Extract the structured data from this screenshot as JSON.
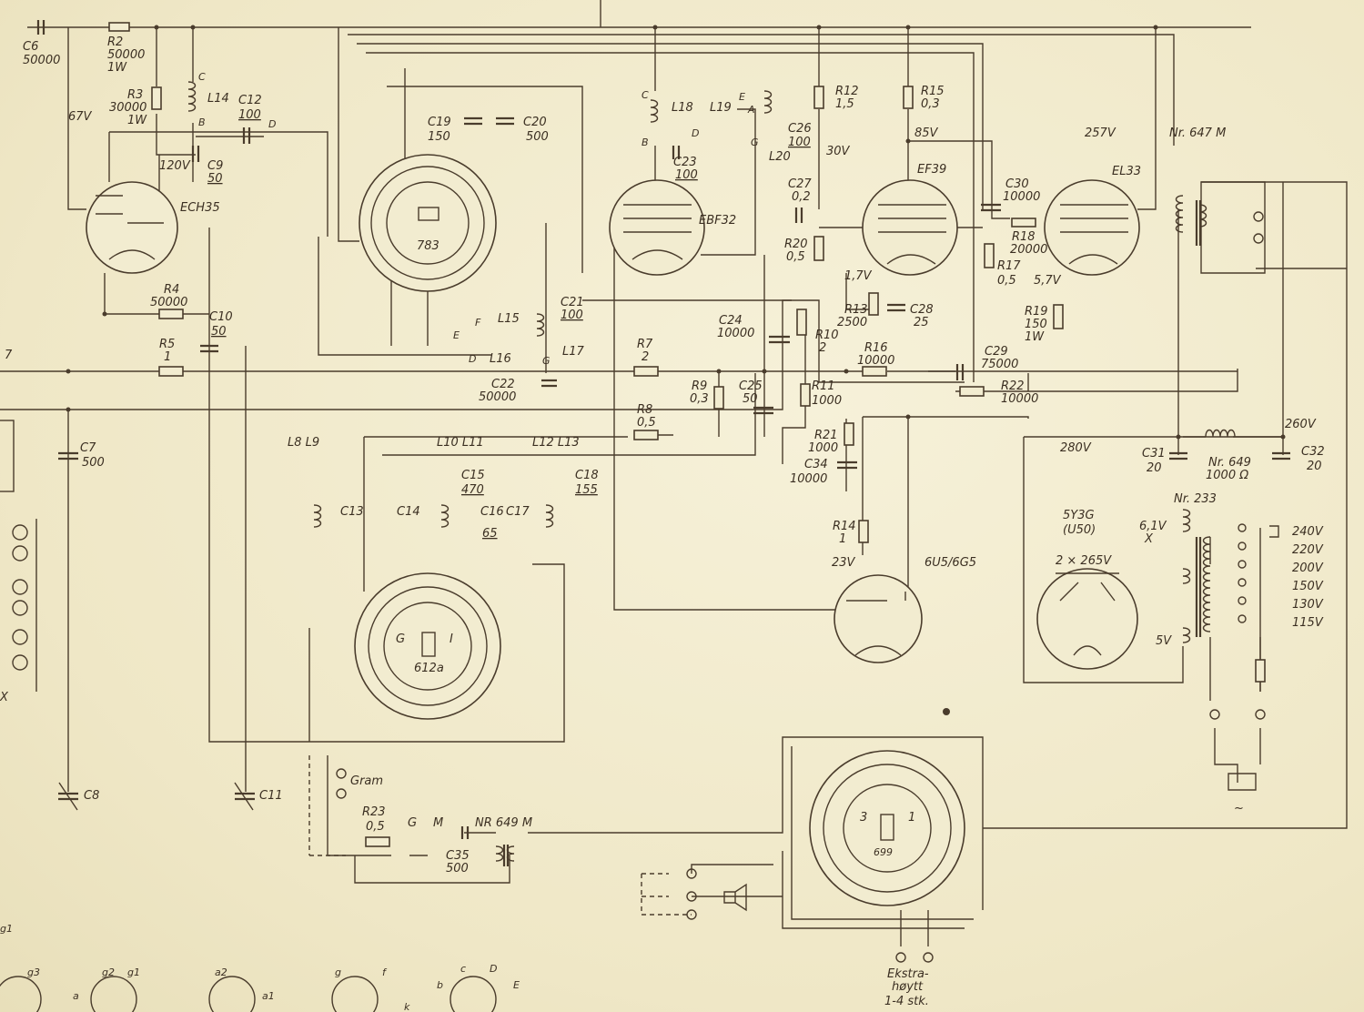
{
  "tubes": {
    "v1": "ECH35",
    "v2": "EBF32",
    "v3": "EF39",
    "v4": "EL33",
    "rect": "5Y3G",
    "rect_alt": "(U50)",
    "rect_v": "2 × 265V",
    "eye": "6U5/6G5"
  },
  "switches": {
    "s1": "783",
    "s2": "612a",
    "s2_g": "G",
    "s2_i": "I",
    "s3": "699",
    "s3_3": "3",
    "s3_1": "1"
  },
  "parts": {
    "c6": "C6",
    "c6v": "50000",
    "r2": "R2",
    "r2v": "50000",
    "r2w": "1W",
    "r3": "R3",
    "r3v": "30000",
    "r3w": "1W",
    "l14": "L14",
    "l14c": "C",
    "l14b": "B",
    "c12": "C12",
    "c12v": "100",
    "c12d": "D",
    "c9": "C9",
    "c9v": "50",
    "c19": "C19",
    "c19v": "150",
    "c20": "C20",
    "c20v": "500",
    "l18": "L18",
    "l18c": "C",
    "l18b": "B",
    "l18d": "D",
    "l19": "L19",
    "l19e": "E",
    "l19a": "A",
    "l19g": "G",
    "c26": "C26",
    "c26v": "100",
    "l20": "L20",
    "c23": "C23",
    "c23v": "100",
    "r12": "R12",
    "r12v": "1,5",
    "r15": "R15",
    "r15v": "0,3",
    "c27": "C27",
    "c27v": "0,2",
    "r20": "R20",
    "r20v": "0,5",
    "c30": "C30",
    "c30v": "10000",
    "r18": "R18",
    "r18v": "20000",
    "r17": "R17",
    "r17v": "0,5",
    "r19": "R19",
    "r19v": "150",
    "r19w": "1W",
    "r4": "R4",
    "r4v": "50000",
    "c10": "C10",
    "c10v": "50",
    "r5": "R5",
    "r5v": "1",
    "l15": "L15",
    "l16": "L16",
    "l17": "L17",
    "c21": "C21",
    "c21v": "100",
    "c22": "C22",
    "c22v": "50000",
    "c24": "C24",
    "c24v": "10000",
    "r7": "R7",
    "r7v": "2",
    "r9": "R9",
    "r9v": "0,3",
    "c25": "C25",
    "c25v": "50",
    "r8": "R8",
    "r8v": "0,5",
    "r10": "R10",
    "r10v": "2",
    "r13": "R13",
    "r13v": "2500",
    "c28": "C28",
    "c28v": "25",
    "r16": "R16",
    "r16v": "10000",
    "c29": "C29",
    "c29v": "75000",
    "r22": "R22",
    "r22v": "10000",
    "r11": "R11",
    "r11v": "1000",
    "r21": "R21",
    "r21v": "1000",
    "c34": "C34",
    "c34v": "10000",
    "r14": "R14",
    "r14v": "1",
    "c7": "C7",
    "c7v": "500",
    "c8": "C8",
    "c11": "C11",
    "l8l9": "L8 L9",
    "c13": "C13",
    "l10l11": "L10 L11",
    "c15": "C15",
    "c15v": "470",
    "c14": "C14",
    "c16": "C16",
    "c16v": "65",
    "c17": "C17",
    "l12l13": "L12 L13",
    "c18": "C18",
    "c18v": "155",
    "c31": "C31",
    "c31v": "20",
    "c32": "C32",
    "c32v": "20",
    "ch649": "Nr. 649",
    "ch649v": "1000 Ω",
    "tr647": "Nr. 647 M",
    "tr233": "Nr. 233",
    "r23": "R23",
    "r23v": "0,5",
    "c35": "C35",
    "c35v": "500",
    "nr649m": "NR 649 M",
    "gram": "Gram",
    "g": "G",
    "m": "M"
  },
  "letters": {
    "e": "E",
    "f": "F",
    "g": "G",
    "d": "D",
    "x": "X"
  },
  "volts": {
    "v67": "67V",
    "v120": "120V",
    "v30": "30V",
    "v85": "85V",
    "v257": "257V",
    "v17": "1,7V",
    "v57": "5,7V",
    "v05": "0, 5",
    "v23": "23V",
    "v260": "260V",
    "v280": "280V",
    "v61": "6,1V",
    "v5": "5V"
  },
  "mains": [
    "240V",
    "220V",
    "200V",
    "150V",
    "130V",
    "115V"
  ],
  "mains_symbol": "~",
  "speaker_note": [
    "Ekstra-",
    "høytt",
    "1-4 stk."
  ],
  "margin": {
    "seven": "7",
    "x": "X"
  },
  "sockets": {
    "g1a": "g1",
    "g3": "g3",
    "g2": "g2",
    "g1b": "g1",
    "a": "a",
    "a2": "a2",
    "a1": "a1",
    "g": "g",
    "f": "f",
    "k": "k",
    "b": "b",
    "c": "c",
    "d": "D",
    "e": "E"
  }
}
